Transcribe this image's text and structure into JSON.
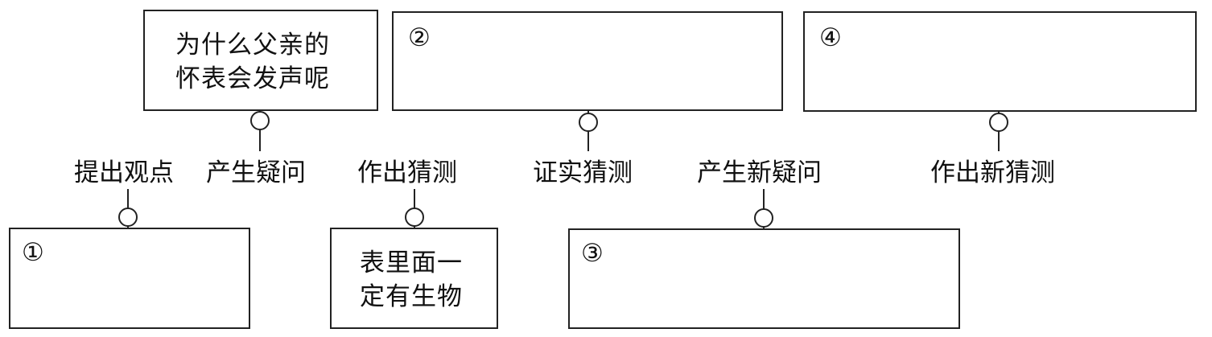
{
  "boxes": {
    "top_question": {
      "lines": [
        "为什么父亲的",
        "怀表会发声呢"
      ]
    },
    "top_2": {
      "marker": "②"
    },
    "top_4": {
      "marker": "④"
    },
    "bottom_1": {
      "marker": "①"
    },
    "bottom_guess": {
      "lines": [
        "表里面一",
        "定有生物"
      ]
    },
    "bottom_3": {
      "marker": "③"
    }
  },
  "stages": [
    "提出观点",
    "产生疑问",
    "作出猜测",
    "证实猜测",
    "产生新疑问",
    "作出新猜测"
  ]
}
